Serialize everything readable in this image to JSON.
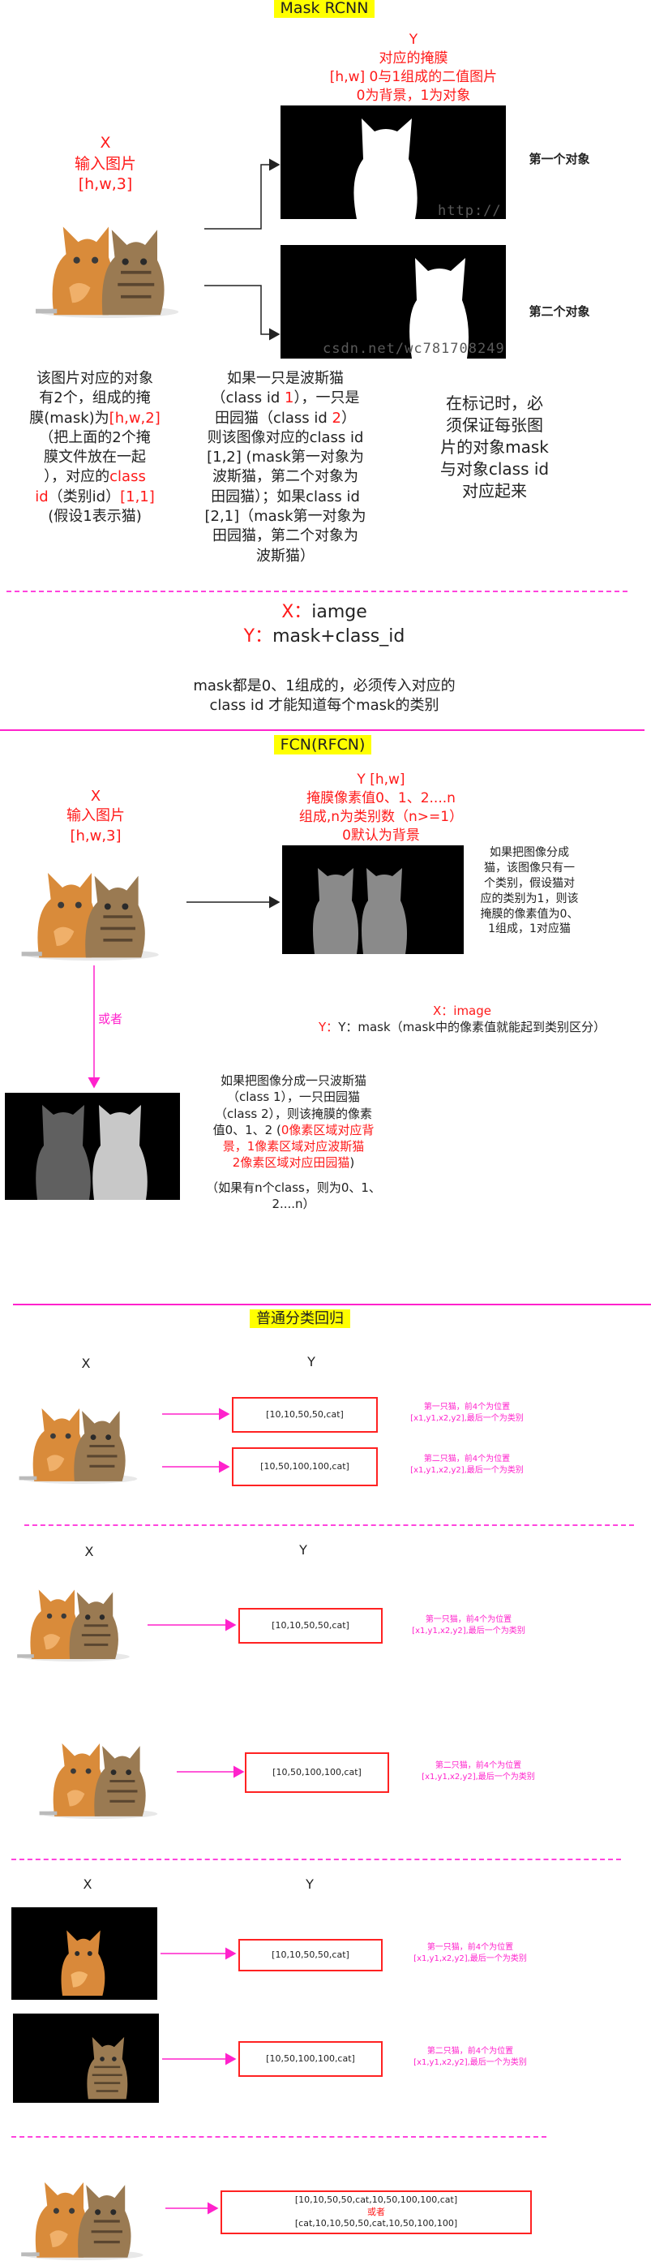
{
  "mask_rcnn": {
    "title": "Mask RCNN",
    "x_block": [
      "X",
      "输入图片",
      "[h,w,3]"
    ],
    "y_block": [
      "Y",
      "对应的掩膜",
      "[h,w] 0与1组成的二值图片",
      "0为背景，1为对象"
    ],
    "first_object": "第一个对象",
    "second_object": "第二个对象",
    "watermark_1": "http://",
    "watermark_2": "csdn.net/wc781708249",
    "left_desc": {
      "l1": "该图片对应的对象",
      "l2": "有2个，组成的掩",
      "l3_a": "膜(mask)为",
      "l3_b": "[h,w,2]",
      "l4": "（把上面的2个掩",
      "l5": "膜文件放在一起",
      "l6_a": "），对应的",
      "l6_b": "class",
      "l7_a": "id",
      "l7_b": "（类别id）",
      "l7_c": "[1,1]",
      "l8": "(假设1表示猫)"
    },
    "mid_desc": {
      "l1": "如果一只是波斯猫",
      "l2_a": "（class id ",
      "l2_b": "1",
      "l2_c": "），一只是",
      "l3_a": "田园猫（class id ",
      "l3_b": "2",
      "l3_c": "）",
      "l4": "则该图像对应的class id",
      "l5": "[1,2] (mask第一对象为",
      "l6": "波斯猫，第二个对象为",
      "l7": "田园猫）；如果class id",
      "l8": "[2,1]（mask第一对象为",
      "l9": "田园猫，第二个对象为",
      "l10": "波斯猫）"
    },
    "right_desc": [
      "在标记时，必",
      "须保证每张图",
      "片的对象mask",
      "与对象class id",
      "对应起来"
    ],
    "x_label": "X：",
    "x_value": "iamge",
    "y_label": "Y：",
    "y_value": "mask+class_id",
    "note": [
      "mask都是0、1组成的，必须传入对应的",
      "class  id 才能知道每个mask的类别"
    ]
  },
  "fcn": {
    "title": "FCN(RFCN)",
    "x_block": [
      "X",
      "输入图片",
      "[h,w,3]"
    ],
    "y_block": [
      "Y [h,w]",
      "掩膜像素值0、1、2....n",
      "组成,n为类别数（n>=1）",
      "0默认为背景"
    ],
    "right_desc": [
      "如果把图像分成",
      "猫，该图像只有一",
      "个类别，假设猫对",
      "应的类别为1，则该",
      "掩膜的像素值为0、",
      "1组成，1对应猫"
    ],
    "or_label": "或者",
    "xy_x": "X：image",
    "xy_y": "Y：mask（mask中的像素值就能起到类别区分）",
    "bottom_desc": {
      "l1": "如果把图像分成一只波斯猫",
      "l2": "（class 1），一只田园猫",
      "l3": "（class 2），则该掩膜的像素",
      "l4_a": "值0、1、2 (",
      "l4_b": "0像素区域对应背",
      "l5": "景，1像素区域对应波斯猫",
      "l6": "2像素区域对应田园猫",
      "l6_end": ")",
      "l7": "（如果有n个class，则为0、1、",
      "l8": "2....n）"
    }
  },
  "regression": {
    "title": "普通分类回归",
    "sections": [
      {
        "x_header": "X",
        "y_header": "Y",
        "rows": [
          {
            "box": "[10,10,50,50,cat]",
            "note": [
              "第一只猫，前4个为位置",
              "[x1,y1,x2,y2],最后一个为类别"
            ]
          },
          {
            "box": "[10,50,100,100,cat]",
            "note": [
              "第二只猫，前4个为位置",
              "[x1,y1,x2,y2],最后一个为类别"
            ]
          }
        ]
      },
      {
        "x_header": "X",
        "y_header": "Y",
        "rows": [
          {
            "box": "[10,10,50,50,cat]",
            "note": [
              "第一只猫，前4个为位置",
              "[x1,y1,x2,y2],最后一个为类别"
            ]
          },
          {
            "box": "[10,50,100,100,cat]",
            "note": [
              "第二只猫，前4个为位置",
              "[x1,y1,x2,y2],最后一个为类别"
            ]
          }
        ]
      },
      {
        "x_header": "X",
        "y_header": "Y",
        "rows": [
          {
            "box": "[10,10,50,50,cat]",
            "note": [
              "第一只猫，前4个为位置",
              "[x1,y1,x2,y2],最后一个为类别"
            ]
          },
          {
            "box": "[10,50,100,100,cat]",
            "note": [
              "第二只猫，前4个为位置",
              "[x1,y1,x2,y2],最后一个为类别"
            ]
          }
        ]
      }
    ],
    "final_box": {
      "line1": "[10,10,50,50,cat,10,50,100,100,cat]",
      "line2": "或者",
      "line3": "[cat,10,10,50,50,cat,10,50,100,100]"
    }
  },
  "colors": {
    "red": "#ff1a1a",
    "magenta": "#ff22cc",
    "highlight": "#ffff00",
    "mask_gray_dark": "#606060",
    "mask_gray_light": "#c8c8c8"
  }
}
